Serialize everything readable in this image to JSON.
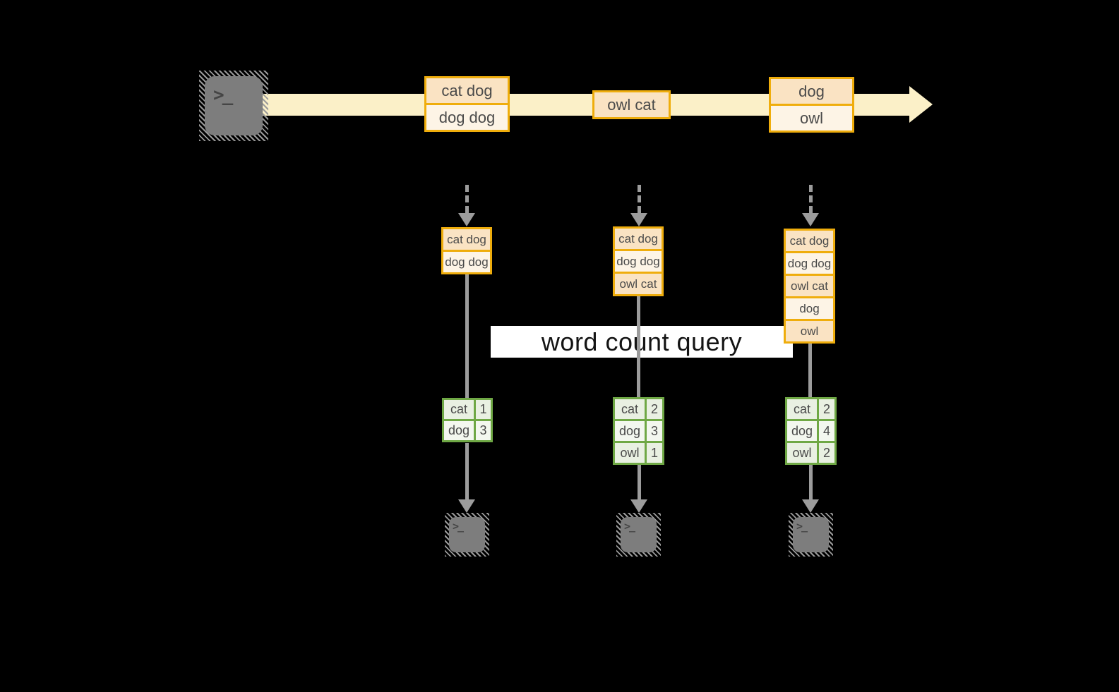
{
  "colors": {
    "background": "#000000",
    "band": "#FBF0C8",
    "box_border": "#EFAD0C",
    "box_row_dark": "#FAE3C3",
    "box_row_light": "#FDF4E6",
    "table_border": "#6FA845",
    "table_row_dark": "#E9F0E2",
    "table_row_light": "#F3F7EF",
    "arrow_gray": "#9C9C9C",
    "terminal_gray": "#7D7D7D",
    "banner_bg": "#FFFFFF",
    "text_dark": "#4A4A4A",
    "banner_text": "#141414"
  },
  "icons": {
    "terminal_glyph": ">_"
  },
  "banner": {
    "label": "word count query"
  },
  "timeline": {
    "batches": [
      {
        "lines": [
          "cat dog",
          "dog dog"
        ]
      },
      {
        "lines": [
          "owl cat"
        ]
      },
      {
        "lines": [
          "dog",
          "owl"
        ]
      }
    ]
  },
  "columns": [
    {
      "input_lines": [
        "cat dog",
        "dog dog"
      ],
      "counts": [
        {
          "word": "cat",
          "count": "1"
        },
        {
          "word": "dog",
          "count": "3"
        }
      ]
    },
    {
      "input_lines": [
        "cat dog",
        "dog dog",
        "owl cat"
      ],
      "counts": [
        {
          "word": "cat",
          "count": "2"
        },
        {
          "word": "dog",
          "count": "3"
        },
        {
          "word": "owl",
          "count": "1"
        }
      ]
    },
    {
      "input_lines": [
        "cat dog",
        "dog dog",
        "owl cat",
        "dog",
        "owl"
      ],
      "counts": [
        {
          "word": "cat",
          "count": "2"
        },
        {
          "word": "dog",
          "count": "4"
        },
        {
          "word": "owl",
          "count": "2"
        }
      ]
    }
  ]
}
